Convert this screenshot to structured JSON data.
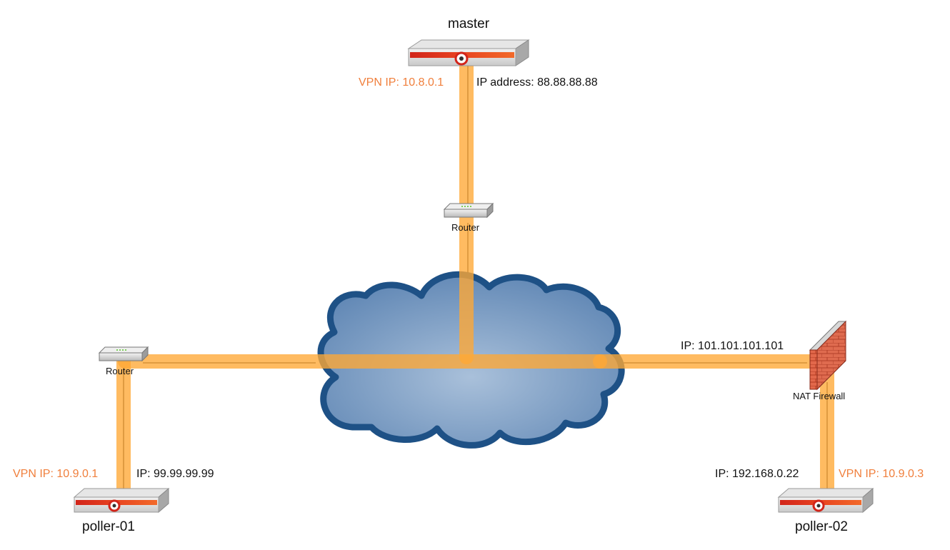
{
  "colors": {
    "vpn_text": "#f07f3c",
    "tunnel": "#ffa834",
    "cloud_fill": "#6f93bd",
    "cloud_stroke": "#1e5186",
    "device_red": "#d9321c",
    "device_body": "#cfcfcf"
  },
  "nodes": {
    "master": {
      "name": "master",
      "vpn_ip": "VPN IP: 10.8.0.1",
      "ip": "IP address: 88.88.88.88",
      "icon": "server-appliance-icon"
    },
    "poller01": {
      "name": "poller-01",
      "vpn_ip": "VPN IP: 10.9.0.1",
      "ip": "IP: 99.99.99.99",
      "icon": "server-appliance-icon"
    },
    "poller02": {
      "name": "poller-02",
      "vpn_ip": "VPN IP: 10.9.0.3",
      "ip": "IP: 192.168.0.22",
      "icon": "server-appliance-icon"
    },
    "router_top": {
      "label": "Router",
      "icon": "router-icon"
    },
    "router_left": {
      "label": "Router",
      "icon": "router-icon"
    },
    "firewall": {
      "label": "NAT Firewall",
      "ip": "IP: 101.101.101.101",
      "icon": "firewall-icon"
    },
    "internet": {
      "icon": "cloud-icon"
    }
  }
}
